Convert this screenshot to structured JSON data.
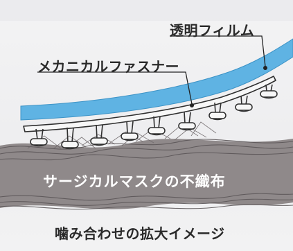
{
  "labels": {
    "film": "透明フィルム",
    "fastener": "メカニカルファスナー",
    "fabric": "サージカルマスクの不織布"
  },
  "caption": "噛み合わせの拡大イメージ",
  "colors": {
    "film": "#5fb3e3",
    "fastener_fill": "#f7f7f7",
    "fastener_stroke": "#2f2f2f",
    "fabric_band": "#8f898a",
    "fabric_fiber": "#5b5658",
    "leader_line": "#222222",
    "label_text": "#2a2a2a",
    "fabric_text": "#ffffff"
  }
}
